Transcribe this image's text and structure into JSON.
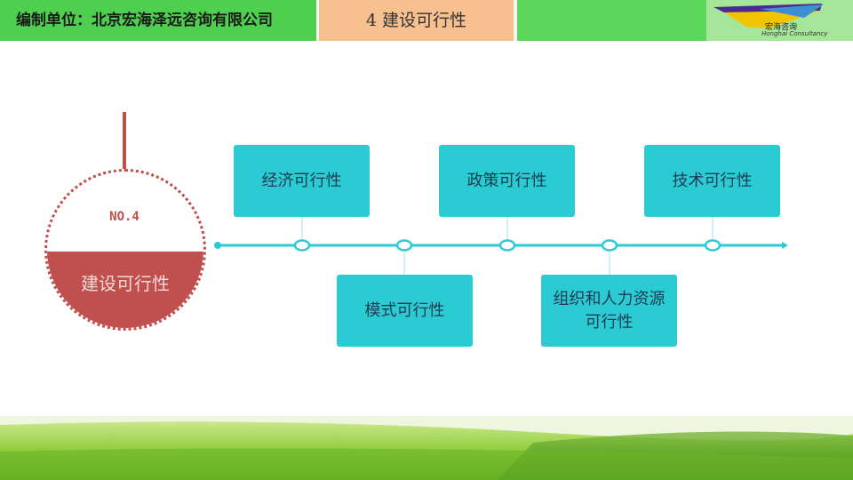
{
  "header": {
    "org_label": "编制单位：北京宏海泽远咨询有限公司",
    "section_title": "4 建设可行性",
    "logo_cn": "宏海咨询",
    "logo_en": "Honghai Consultancy"
  },
  "badge": {
    "number": "NO.4",
    "title": "建设可行性"
  },
  "items": {
    "economic": "经济可行性",
    "mode": "模式可行性",
    "policy": "政策可行性",
    "organization": "组织和人力资源可行性",
    "technical": "技术可行性"
  },
  "colors": {
    "accent_red": "#c0504d",
    "teal": "#2bcbd4",
    "header_green": "#5cd65c",
    "section_orange": "#f7c08f"
  }
}
